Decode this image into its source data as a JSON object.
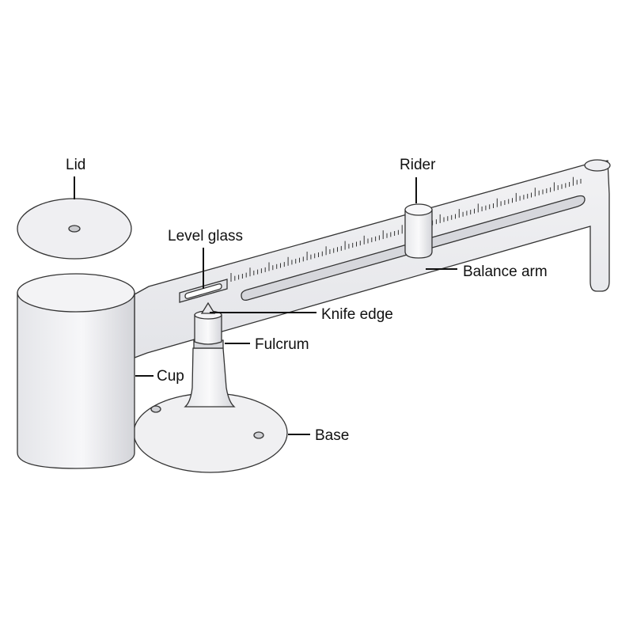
{
  "diagram": {
    "labels": {
      "lid": "Lid",
      "rider": "Rider",
      "level_glass": "Level glass",
      "balance_arm": "Balance arm",
      "knife_edge": "Knife edge",
      "fulcrum": "Fulcrum",
      "cup": "Cup",
      "base": "Base"
    }
  },
  "colors": {
    "stroke": "#333333",
    "fill_light": "#f1f1f3",
    "fill_mid": "#dcdde1",
    "fill_dark": "#c8c9ce",
    "text": "#111111"
  }
}
